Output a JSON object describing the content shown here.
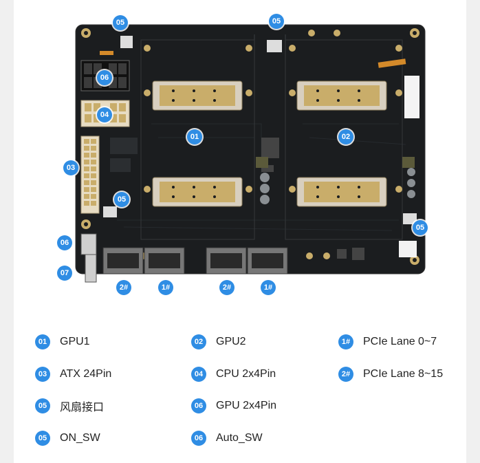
{
  "badges": [
    {
      "num": "05"
    },
    {
      "num": "05"
    },
    {
      "num": "06"
    },
    {
      "num": "04"
    },
    {
      "num": "03"
    },
    {
      "num": "01"
    },
    {
      "num": "02"
    },
    {
      "num": "05"
    },
    {
      "num": "05"
    },
    {
      "num": "06"
    },
    {
      "num": "07"
    },
    {
      "num": "2#"
    },
    {
      "num": "1#"
    },
    {
      "num": "2#"
    },
    {
      "num": "1#"
    }
  ],
  "legend": [
    {
      "num": "01",
      "label": "GPU1"
    },
    {
      "num": "02",
      "label": "GPU2"
    },
    {
      "num": "1#",
      "label": "PCIe Lane 0~7"
    },
    {
      "num": "03",
      "label": "ATX 24Pin"
    },
    {
      "num": "04",
      "label": "CPU 2x4Pin"
    },
    {
      "num": "2#",
      "label": "PCIe Lane 8~15"
    },
    {
      "num": "05",
      "label": "风扇接口"
    },
    {
      "num": "06",
      "label": "GPU 2x4Pin"
    },
    {
      "num": "05",
      "label": "ON_SW"
    },
    {
      "num": "06",
      "label": "Auto_SW"
    }
  ],
  "colors": {
    "badge": "#2f8de4",
    "board": "#1b1d1f",
    "gold": "#c9ad6a"
  }
}
